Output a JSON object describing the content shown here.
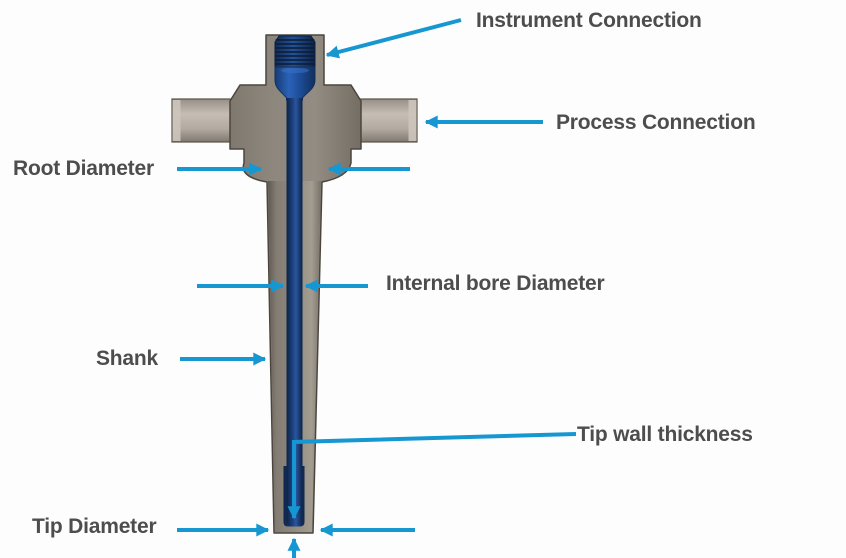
{
  "diagram": {
    "labels": {
      "instrument_connection": "Instrument Connection",
      "process_connection": "Process Connection",
      "root_diameter": "Root Diameter",
      "internal_bore_diameter": "Internal bore Diameter",
      "shank": "Shank",
      "tip_wall_thickness": "Tip wall thickness",
      "tip_diameter": "Tip Diameter"
    },
    "colors": {
      "annotation_arrow": "#1797d2",
      "label_text": "#4d4d4d",
      "body_metal": "#8a8278",
      "nozzle_metal_light": "#c6beb4",
      "bore_blue": "#1d4585",
      "thread_navy": "#16335f",
      "plug_blue": "#2a62b8"
    }
  }
}
